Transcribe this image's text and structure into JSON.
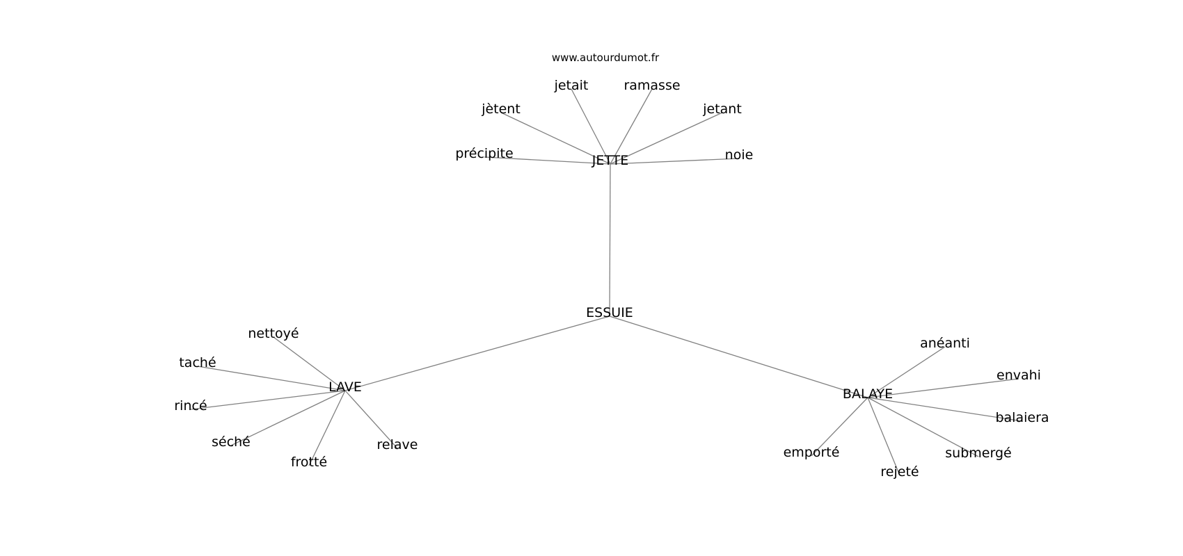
{
  "source": "www.autourdumot.fr",
  "colors": {
    "edge": "#808080",
    "text": "#000000",
    "background": "#ffffff"
  },
  "nodes": [
    {
      "id": "essuie",
      "label": "ESSUIE"
    },
    {
      "id": "jette",
      "label": "JETTE"
    },
    {
      "id": "lave",
      "label": "LAVE"
    },
    {
      "id": "balaye",
      "label": "BALAYE"
    },
    {
      "id": "jetait",
      "label": "jetait"
    },
    {
      "id": "ramasse",
      "label": "ramasse"
    },
    {
      "id": "jetent",
      "label": "jètent"
    },
    {
      "id": "jetant",
      "label": "jetant"
    },
    {
      "id": "precipite",
      "label": "précipite"
    },
    {
      "id": "noie",
      "label": "noie"
    },
    {
      "id": "nettoye",
      "label": "nettoyé"
    },
    {
      "id": "tache",
      "label": "taché"
    },
    {
      "id": "rince",
      "label": "rincé"
    },
    {
      "id": "seche",
      "label": "séché"
    },
    {
      "id": "frotte",
      "label": "frotté"
    },
    {
      "id": "relave",
      "label": "relave"
    },
    {
      "id": "aneanti",
      "label": "anéanti"
    },
    {
      "id": "envahi",
      "label": "envahi"
    },
    {
      "id": "balaiera",
      "label": "balaiera"
    },
    {
      "id": "submerge",
      "label": "submergé"
    },
    {
      "id": "rejete",
      "label": "rejeté"
    },
    {
      "id": "emporte",
      "label": "emporté"
    }
  ],
  "edges": [
    [
      "essuie",
      "jette"
    ],
    [
      "essuie",
      "lave"
    ],
    [
      "essuie",
      "balaye"
    ],
    [
      "jette",
      "jetait"
    ],
    [
      "jette",
      "ramasse"
    ],
    [
      "jette",
      "jetent"
    ],
    [
      "jette",
      "jetant"
    ],
    [
      "jette",
      "precipite"
    ],
    [
      "jette",
      "noie"
    ],
    [
      "lave",
      "nettoye"
    ],
    [
      "lave",
      "tache"
    ],
    [
      "lave",
      "rince"
    ],
    [
      "lave",
      "seche"
    ],
    [
      "lave",
      "frotte"
    ],
    [
      "lave",
      "relave"
    ],
    [
      "balaye",
      "aneanti"
    ],
    [
      "balaye",
      "envahi"
    ],
    [
      "balaye",
      "balaiera"
    ],
    [
      "balaye",
      "submerge"
    ],
    [
      "balaye",
      "rejete"
    ],
    [
      "balaye",
      "emporte"
    ]
  ]
}
